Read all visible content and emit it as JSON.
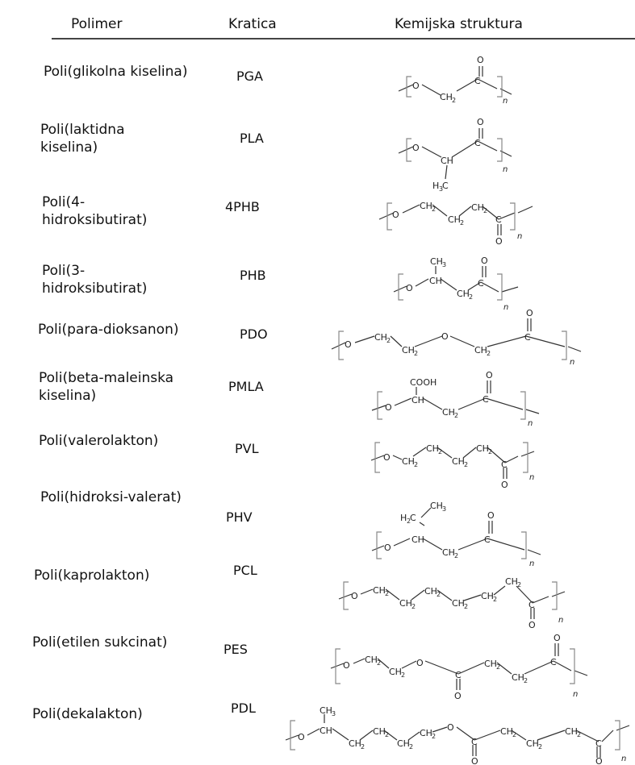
{
  "header": {
    "col1": "Polimer",
    "col2": "Kratica",
    "col3": "Kemijska struktura"
  },
  "rows": [
    {
      "name": "Poli(glikolna kiselina)",
      "abbr": "PGA"
    },
    {
      "name": "Poli(laktidna kiselina)",
      "abbr": "PLA"
    },
    {
      "name": "Poli(4-hidroksibutirat)",
      "abbr": "4PHB"
    },
    {
      "name": "Poli(3-hidroksibutirat)",
      "abbr": "PHB"
    },
    {
      "name": "Poli(para-dioksanon)",
      "abbr": "PDO"
    },
    {
      "name": "Poli(beta-maleinska kiselina)",
      "abbr": "PMLA"
    },
    {
      "name": "Poli(valerolakton)",
      "abbr": "PVL"
    },
    {
      "name": "Poli(hidroksi-valerat)",
      "abbr": "PHV"
    },
    {
      "name": "Poli(kaprolakton)",
      "abbr": "PCL"
    },
    {
      "name": "Poli(etilen sukcinat)",
      "abbr": "PES"
    },
    {
      "name": "Poli(dekalakton)",
      "abbr": "PDL"
    }
  ],
  "labels": {
    "o": "O",
    "ch": "CH",
    "c": "C",
    "sub2": "2",
    "sub3": "3",
    "n": "n",
    "cooh": "COOH",
    "h": "H"
  }
}
